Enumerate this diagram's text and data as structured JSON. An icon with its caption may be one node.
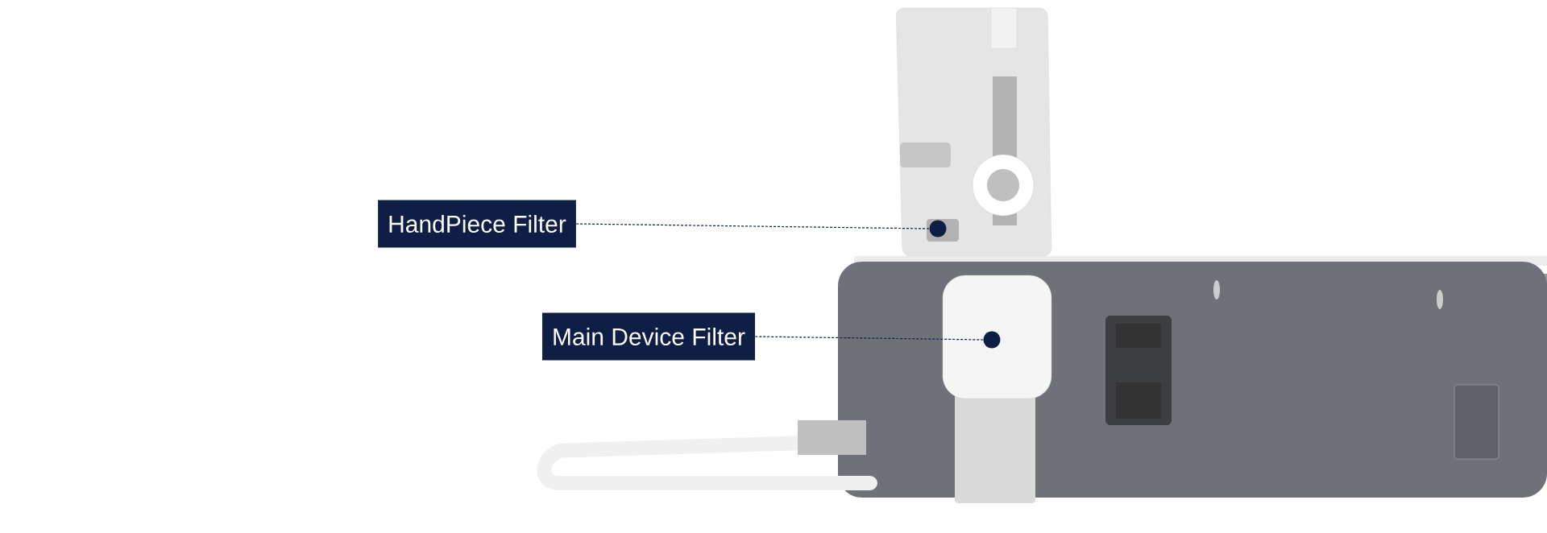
{
  "diagram": {
    "nodes": [
      {
        "text": [
          "HandPiece Filter"
        ]
      },
      {
        "text": [],
        "shape": "circle"
      },
      {
        "text": [
          "Main Device Filter"
        ]
      },
      {
        "text": [],
        "shape": "circle"
      }
    ],
    "edges": [
      {
        "from": 0,
        "to": 1,
        "arrow": "none",
        "style": "dashed"
      },
      {
        "from": 2,
        "to": 3,
        "arrow": "none",
        "style": "dashed"
      }
    ]
  }
}
